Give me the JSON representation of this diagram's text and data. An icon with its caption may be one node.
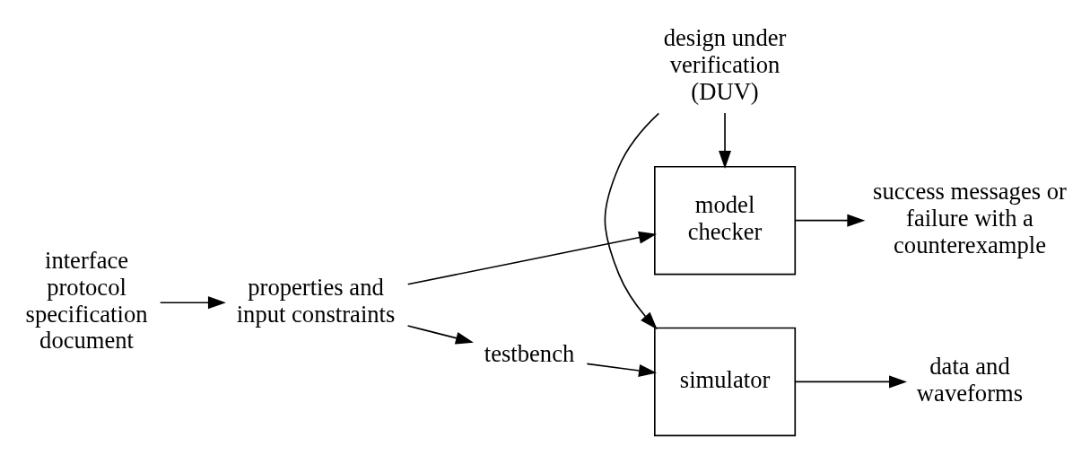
{
  "diagram": {
    "nodes": [
      {
        "text": [
          "interface protocol specification document"
        ]
      },
      {
        "text": [
          "properties and input constraints"
        ]
      },
      {
        "text": [
          "model checker"
        ]
      },
      {
        "text": [
          "success messages or failure with a counterexample"
        ]
      },
      {
        "text": [
          "design under verification (DUV)"
        ]
      },
      {
        "text": [
          "testbench"
        ]
      },
      {
        "text": [
          "simulator"
        ]
      },
      {
        "text": [
          "data and waveforms"
        ]
      }
    ],
    "edges": [
      {
        "from": 0,
        "to": 1,
        "arrow": "to"
      },
      {
        "from": 1,
        "to": 2,
        "arrow": "to"
      },
      {
        "from": 1,
        "to": 5,
        "arrow": "to"
      },
      {
        "from": 2,
        "to": 3,
        "arrow": "to"
      },
      {
        "from": 4,
        "to": 2,
        "arrow": "to"
      },
      {
        "from": 4,
        "to": 6,
        "arrow": "to"
      },
      {
        "from": 5,
        "to": 6,
        "arrow": "to"
      },
      {
        "from": 6,
        "to": 7,
        "arrow": "to"
      }
    ]
  }
}
